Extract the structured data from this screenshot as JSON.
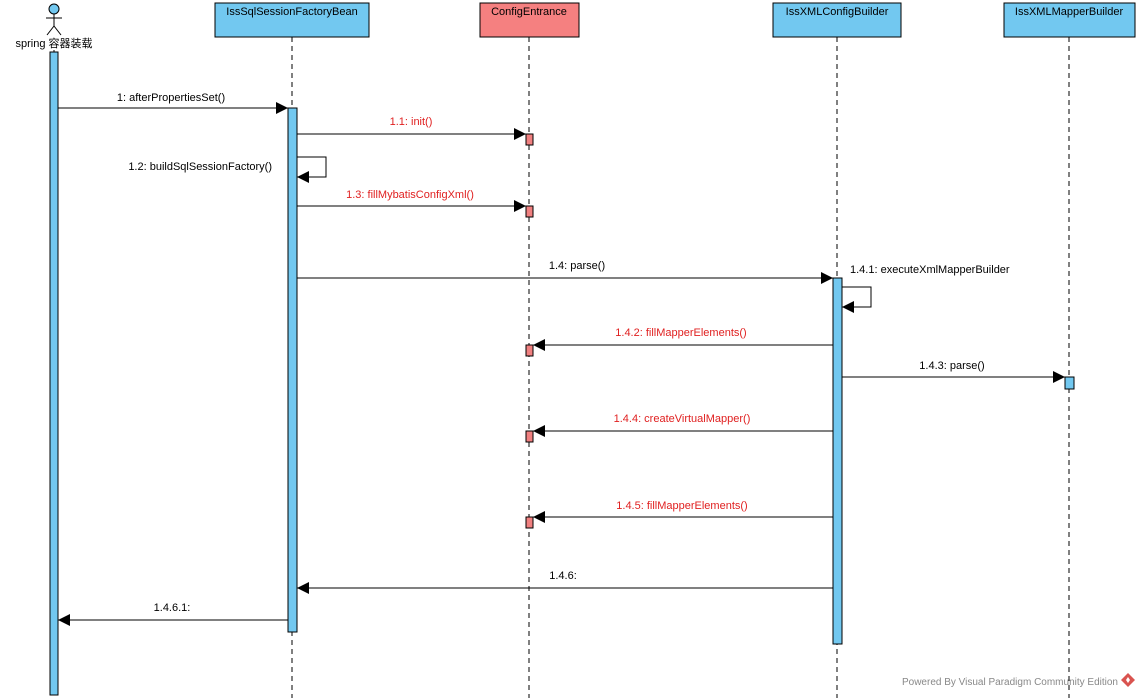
{
  "colors": {
    "participant_fill": "#72c8f0",
    "config_fill": "#f58080",
    "activation_blue": "#72c8f0",
    "activation_red": "#f08080",
    "red_text": "#e02020",
    "black_text": "#000000",
    "watermark": "#888888",
    "logo": "#d9534f"
  },
  "actor": {
    "label": "spring 容器装载",
    "icon": "stick-figure-icon"
  },
  "participants": [
    {
      "id": "p1",
      "label": "IssSqlSessionFactoryBean"
    },
    {
      "id": "p2",
      "label": "ConfigEntrance"
    },
    {
      "id": "p3",
      "label": "IssXMLConfigBuilder"
    },
    {
      "id": "p4",
      "label": "IssXMLMapperBuilder"
    }
  ],
  "messages": [
    {
      "id": "m1",
      "label": "1: afterPropertiesSet()",
      "from": "actor",
      "to": "p1",
      "color": "black"
    },
    {
      "id": "m1_1",
      "label": "1.1: init()",
      "from": "p1",
      "to": "p2",
      "color": "red"
    },
    {
      "id": "m1_2",
      "label": "1.2: buildSqlSessionFactory()",
      "from": "p1",
      "to": "p1",
      "color": "black"
    },
    {
      "id": "m1_3",
      "label": "1.3: fillMybatisConfigXml()",
      "from": "p1",
      "to": "p2",
      "color": "red"
    },
    {
      "id": "m1_4",
      "label": "1.4: parse()",
      "from": "p1",
      "to": "p3",
      "color": "black"
    },
    {
      "id": "m1_4_1",
      "label": "1.4.1: executeXmlMapperBuilder",
      "from": "p3",
      "to": "p3",
      "color": "black"
    },
    {
      "id": "m1_4_2",
      "label": "1.4.2: fillMapperElements()",
      "from": "p3",
      "to": "p2",
      "color": "red"
    },
    {
      "id": "m1_4_3",
      "label": "1.4.3: parse()",
      "from": "p3",
      "to": "p4",
      "color": "black"
    },
    {
      "id": "m1_4_4",
      "label": "1.4.4: createVirtualMapper()",
      "from": "p3",
      "to": "p2",
      "color": "red"
    },
    {
      "id": "m1_4_5",
      "label": "1.4.5: fillMapperElements()",
      "from": "p3",
      "to": "p2",
      "color": "red"
    },
    {
      "id": "m1_4_6",
      "label": "1.4.6:",
      "from": "p3",
      "to": "p1",
      "color": "black"
    },
    {
      "id": "m1_4_6_1",
      "label": "1.4.6.1:",
      "from": "p1",
      "to": "actor",
      "color": "black"
    }
  ],
  "watermark": {
    "text": "Powered By Visual Paradigm Community Edition",
    "icon": "visual-paradigm-logo-icon"
  }
}
